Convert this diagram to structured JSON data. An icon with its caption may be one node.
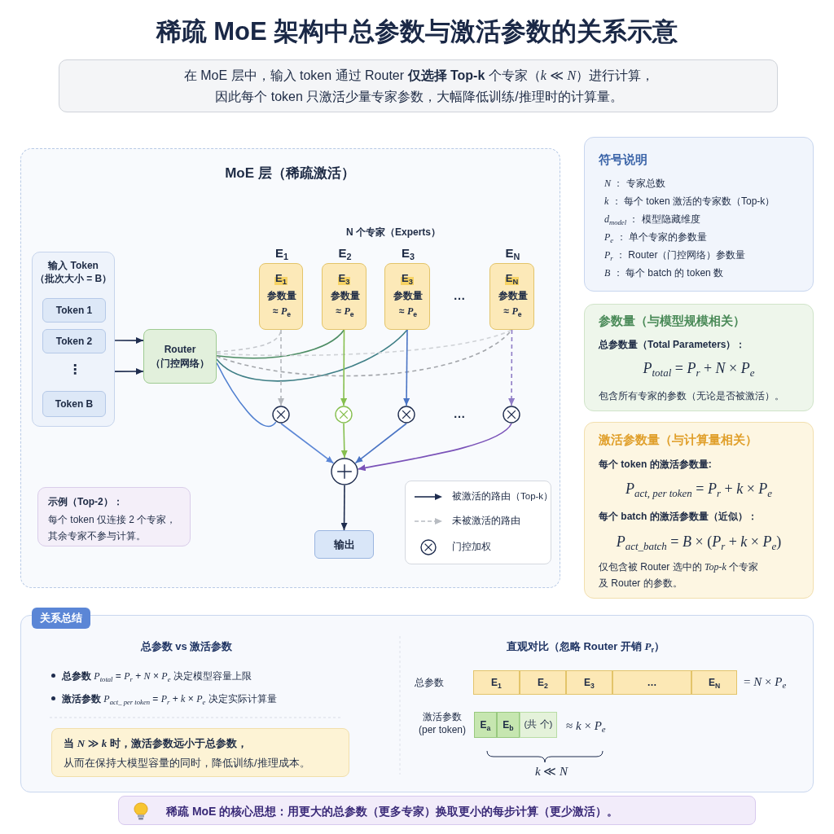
{
  "diagram": {
    "title": "稀疏 MoE 架构中总参数与激活参数的关系示意",
    "nodes": [
      {
        "text": [
          "在 MoE 层中，输入 token 通过 Router **仅选择 Top-k** 个专家（*k* ≪ *N*）进行计算，因此每个 token 只激活少量专家参数，大幅降低训练/推理时的计算量。"
        ]
      },
      {
        "text": [
          "MoE 层（稀疏激活）"
        ]
      },
      {
        "text": [
          "输入 Token（批次大小 = B）"
        ],
        "in": 1
      },
      {
        "text": [
          "Token 1"
        ],
        "in": 2
      },
      {
        "text": [
          "Token 2"
        ],
        "in": 2
      },
      {
        "text": [
          "Token B"
        ],
        "in": 2
      },
      {
        "text": [
          "Router（门控网络）"
        ],
        "in": 1
      },
      {
        "text": [
          "E$_{1}$",
          "E$_{1}$",
          "参数量 ≈ *P*$_{e}$"
        ],
        "in": 1
      },
      {
        "text": [
          "E$_{2}$",
          "E$_{3}$",
          "参数量 ≈ *P*$_{e}$"
        ],
        "in": 1
      },
      {
        "text": [
          "E$_{3}$",
          "E$_{3}$",
          "参数量 ≈ *P*$_{e}$"
        ],
        "in": 1
      },
      {
        "text": [
          "E$_{N}$",
          "E$_{N}$",
          "参数量 ≈ *P*$_{e}$"
        ],
        "in": 1
      },
      {
        "text": [],
        "shape": "circle",
        "in": 1
      },
      {
        "text": [],
        "shape": "circle",
        "in": 1
      },
      {
        "text": [],
        "shape": "circle",
        "in": 1
      },
      {
        "text": [],
        "shape": "circle",
        "in": 1
      },
      {
        "text": [],
        "shape": "circle",
        "in": 1
      },
      {
        "text": [
          "输出"
        ],
        "in": 1
      },
      {
        "text": [
          "示例（Top-2）：",
          "每个 token 仅连接 2 个专家，其余专家不参与计算。"
        ],
        "in": 1
      },
      {
        "text": [
          "符号说明",
          "*N* ： 专家总数",
          "*k* ： 每个 token 激活的专家数（Top-k）",
          "*d*$_{model}$ ： 模型隐藏维度",
          "*P*$_{e}$ ： 单个专家的参数量",
          "*P*$_{r}$ ： Router（门控网络）参数量",
          "*B* ： 每个 batch 的 token 数"
        ]
      },
      {
        "text": [
          "参数量（与模型规模相关）",
          "总参数量（Total Parameters）：",
          "*P*$_{total}$ = *P*$_{r}$ + *N* × *P*$_{e}$",
          "包含所有专家的参数（无论是否被激活）。"
        ]
      },
      {
        "text": [
          "激活参数量（与计算量相关）",
          "每个 token 的激活参数量:",
          "*P*$_{act, per token}$ = *P*$_{r}$ + *k* × *P*$_{e}$",
          "每个 batch 的激活参数量（近似）：",
          "*P*$_{act_batch}$ = *B* × (*P*$_{r}$ + *k* × *P*$_{e}$)",
          "仅包含被 Router 选中的 *Top-k* 个专家及 Router 的参数。"
        ]
      },
      {
        "text": [
          "关系总结",
          "总参数 vs 激活参数",
          "**总参数** *P*$_{total}$ = *P*$_{r}$ + *N* × *P*$_{e}$ 决定模型容量上限",
          "**激活参数** *P*$_{act_ per token}$ = *P*$_{r}$ + *k* × *P*$_{e}$ 决定实际计算量",
          "直观对比（忽略 Router 开销 *P*$_{r}$）",
          "总参数",
          "= *N* × *P*$_{e}$",
          "激活参数 (per token)",
          "≈ *k* × *P*$_{e}$",
          "*k* ≪ *N*"
        ]
      },
      {
        "text": [
          "**当 *N* ≫ *k* 时，激活参数远小于总参数，**从而在保持大模型容量的同时，降低训练/推理成本。"
        ],
        "in": 21
      },
      {
        "text": [
          "E$_{1}$"
        ],
        "in": 21
      },
      {
        "text": [
          "E$_{2}$"
        ],
        "in": 21
      },
      {
        "text": [
          "E$_{3}$"
        ],
        "in": 21
      },
      {
        "text": [
          "…"
        ],
        "in": 21
      },
      {
        "text": [
          "E$_{N}$"
        ],
        "in": 21
      },
      {
        "text": [
          "E$_{a}$"
        ],
        "in": 21
      },
      {
        "text": [
          "E$_{b}$"
        ],
        "in": 21
      },
      {
        "text": [
          "(共 个)"
        ],
        "in": 21
      },
      {
        "text": [
          "稀疏 MoE 的核心思想：用更大的总参数（更多专家）换取更小的每步计算（更少激活）。"
        ]
      }
    ],
    "edges": [
      {
        "from": 2,
        "to": 6,
        "arrow": "to"
      },
      {
        "from": 2,
        "to": 6,
        "arrow": "to"
      },
      {
        "from": 6,
        "to": 7,
        "arrow": "none",
        "style": "dashed",
        "color": "#c4c7cc"
      },
      {
        "from": 6,
        "to": 8,
        "arrow": "none",
        "color": "#4c8c63"
      },
      {
        "from": 6,
        "to": 9,
        "arrow": "none",
        "color": "#3f7f86"
      },
      {
        "from": 6,
        "to": 10,
        "arrow": "none",
        "style": "dashed",
        "color": "#a3a6ab"
      },
      {
        "from": 6,
        "to": 10,
        "arrow": "none",
        "style": "dashed",
        "color": "#cfd2d6"
      },
      {
        "from": 6,
        "to": 11,
        "arrow": "none",
        "color": "#4f7fd0"
      },
      {
        "from": 7,
        "to": 11,
        "arrow": "to",
        "style": "dashed",
        "color": "#b5b8bd"
      },
      {
        "from": 8,
        "to": 12,
        "arrow": "to",
        "color": "#86bf4f"
      },
      {
        "from": 9,
        "to": 13,
        "arrow": "to",
        "color": "#4a74c4"
      },
      {
        "from": 10,
        "to": 14,
        "arrow": "to",
        "style": "dashed",
        "color": "#8f7cc6"
      },
      {
        "from": 11,
        "to": 15,
        "arrow": "to",
        "color": "#5b86d6"
      },
      {
        "from": 12,
        "to": 15,
        "arrow": "to",
        "color": "#86bf4f"
      },
      {
        "from": 13,
        "to": 15,
        "arrow": "to",
        "color": "#4a74c4"
      },
      {
        "from": 14,
        "to": 15,
        "arrow": "to",
        "color": "#7a52b8"
      },
      {
        "from": 15,
        "to": 16,
        "arrow": "to"
      }
    ],
    "labels": [
      "N 个专家（Experts）",
      "…",
      "⋮",
      "…"
    ],
    "legend": [
      {
        "text": "被激活的路由（Top-k）"
      },
      {
        "text": "未被激活的路由"
      },
      {
        "text": "门控加权"
      }
    ]
  }
}
